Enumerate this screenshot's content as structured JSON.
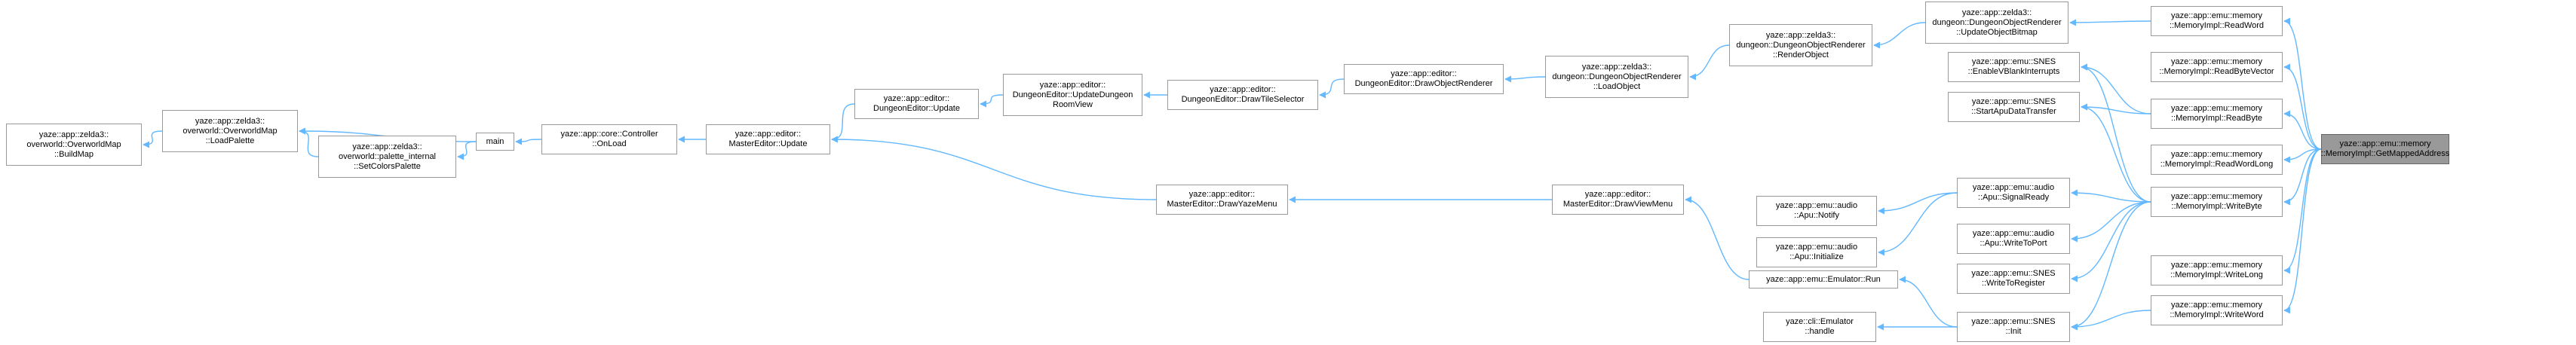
{
  "diagram": {
    "colors": {
      "edge": "#63b8ff",
      "node_border": "#999999",
      "node_fill": "#ffffff",
      "focus_fill": "#999999"
    },
    "nodes": [
      {
        "id": "buildmap",
        "lines": [
          "yaze::app::zelda3::",
          "overworld::OverworldMap",
          "::BuildMap"
        ]
      },
      {
        "id": "loadpalette",
        "lines": [
          "yaze::app::zelda3::",
          "overworld::OverworldMap",
          "::LoadPalette"
        ]
      },
      {
        "id": "setcolors",
        "lines": [
          "yaze::app::zelda3::",
          "overworld::palette_internal",
          "::SetColorsPalette"
        ]
      },
      {
        "id": "main",
        "lines": [
          "main"
        ]
      },
      {
        "id": "onload",
        "lines": [
          "yaze::app::core::Controller",
          "::OnLoad"
        ]
      },
      {
        "id": "masterupdate",
        "lines": [
          "yaze::app::editor::",
          "MasterEditor::Update"
        ]
      },
      {
        "id": "dungeonupdate",
        "lines": [
          "yaze::app::editor::",
          "DungeonEditor::Update"
        ]
      },
      {
        "id": "updatedungeonroom",
        "lines": [
          "yaze::app::editor::",
          "DungeonEditor::UpdateDungeon",
          "RoomView"
        ]
      },
      {
        "id": "drawtileselector",
        "lines": [
          "yaze::app::editor::",
          "DungeonEditor::DrawTileSelector"
        ]
      },
      {
        "id": "drawobjectrenderer",
        "lines": [
          "yaze::app::editor::",
          "DungeonEditor::DrawObjectRenderer"
        ]
      },
      {
        "id": "loadobject",
        "lines": [
          "yaze::app::zelda3::",
          "dungeon::DungeonObjectRenderer",
          "::LoadObject"
        ]
      },
      {
        "id": "renderobject",
        "lines": [
          "yaze::app::zelda3::",
          "dungeon::DungeonObjectRenderer",
          "::RenderObject"
        ]
      },
      {
        "id": "updateobjectbitmap",
        "lines": [
          "yaze::app::zelda3::",
          "dungeon::DungeonObjectRenderer",
          "::UpdateObjectBitmap"
        ]
      },
      {
        "id": "drawyazemenu",
        "lines": [
          "yaze::app::editor::",
          "MasterEditor::DrawYazeMenu"
        ]
      },
      {
        "id": "drawviewmenu",
        "lines": [
          "yaze::app::editor::",
          "MasterEditor::DrawViewMenu"
        ]
      },
      {
        "id": "emulatorrun",
        "lines": [
          "yaze::app::emu::Emulator::Run"
        ]
      },
      {
        "id": "cliemulator",
        "lines": [
          "yaze::cli::Emulator",
          "::handle"
        ]
      },
      {
        "id": "apunotify",
        "lines": [
          "yaze::app::emu::audio",
          "::Apu::Notify"
        ]
      },
      {
        "id": "apuinit",
        "lines": [
          "yaze::app::emu::audio",
          "::Apu::Initialize"
        ]
      },
      {
        "id": "apusignal",
        "lines": [
          "yaze::app::emu::audio",
          "::Apu::SignalReady"
        ]
      },
      {
        "id": "apuwrite",
        "lines": [
          "yaze::app::emu::audio",
          "::Apu::WriteToPort"
        ]
      },
      {
        "id": "enablevblank",
        "lines": [
          "yaze::app::emu::SNES",
          "::EnableVBlankInterrupts"
        ]
      },
      {
        "id": "startapu",
        "lines": [
          "yaze::app::emu::SNES",
          "::StartApuDataTransfer"
        ]
      },
      {
        "id": "writetoreg",
        "lines": [
          "yaze::app::emu::SNES",
          "::WriteToRegister"
        ]
      },
      {
        "id": "snesinit",
        "lines": [
          "yaze::app::emu::SNES",
          "::Init"
        ]
      },
      {
        "id": "readword",
        "lines": [
          "yaze::app::emu::memory",
          "::MemoryImpl::ReadWord"
        ]
      },
      {
        "id": "readbytevector",
        "lines": [
          "yaze::app::emu::memory",
          "::MemoryImpl::ReadByteVector"
        ]
      },
      {
        "id": "readbyte",
        "lines": [
          "yaze::app::emu::memory",
          "::MemoryImpl::ReadByte"
        ]
      },
      {
        "id": "readwordlong",
        "lines": [
          "yaze::app::emu::memory",
          "::MemoryImpl::ReadWordLong"
        ]
      },
      {
        "id": "writebyte",
        "lines": [
          "yaze::app::emu::memory",
          "::MemoryImpl::WriteByte"
        ]
      },
      {
        "id": "writelong",
        "lines": [
          "yaze::app::emu::memory",
          "::MemoryImpl::WriteLong"
        ]
      },
      {
        "id": "writeword",
        "lines": [
          "yaze::app::emu::memory",
          "::MemoryImpl::WriteWord"
        ]
      },
      {
        "id": "getmapped",
        "lines": [
          "yaze::app::emu::memory",
          "::MemoryImpl::GetMappedAddress"
        ],
        "focus": true
      }
    ],
    "edges": [
      [
        "getmapped",
        "readword"
      ],
      [
        "getmapped",
        "readbytevector"
      ],
      [
        "getmapped",
        "readbyte"
      ],
      [
        "getmapped",
        "readwordlong"
      ],
      [
        "getmapped",
        "writebyte"
      ],
      [
        "getmapped",
        "writelong"
      ],
      [
        "getmapped",
        "writeword"
      ],
      [
        "readword",
        "updateobjectbitmap"
      ],
      [
        "updateobjectbitmap",
        "renderobject"
      ],
      [
        "renderobject",
        "loadobject"
      ],
      [
        "loadobject",
        "drawobjectrenderer"
      ],
      [
        "drawobjectrenderer",
        "drawtileselector"
      ],
      [
        "drawtileselector",
        "updatedungeonroom"
      ],
      [
        "updatedungeonroom",
        "dungeonupdate"
      ],
      [
        "dungeonupdate",
        "masterupdate"
      ],
      [
        "masterupdate",
        "onload"
      ],
      [
        "onload",
        "main"
      ],
      [
        "main",
        "loadpalette"
      ],
      [
        "main",
        "setcolors"
      ],
      [
        "setcolors",
        "loadpalette"
      ],
      [
        "loadpalette",
        "buildmap"
      ],
      [
        "readbyte",
        "enablevblank"
      ],
      [
        "readbyte",
        "startapu"
      ],
      [
        "writebyte",
        "enablevblank"
      ],
      [
        "writebyte",
        "startapu"
      ],
      [
        "writebyte",
        "apusignal"
      ],
      [
        "writebyte",
        "apuwrite"
      ],
      [
        "writebyte",
        "writetoreg"
      ],
      [
        "writebyte",
        "snesinit"
      ],
      [
        "writeword",
        "snesinit"
      ],
      [
        "apusignal",
        "apunotify"
      ],
      [
        "apusignal",
        "apuinit"
      ],
      [
        "snesinit",
        "emulatorrun"
      ],
      [
        "snesinit",
        "cliemulator"
      ],
      [
        "emulatorrun",
        "drawviewmenu"
      ],
      [
        "drawviewmenu",
        "drawyazemenu"
      ],
      [
        "drawyazemenu",
        "masterupdate"
      ]
    ]
  }
}
